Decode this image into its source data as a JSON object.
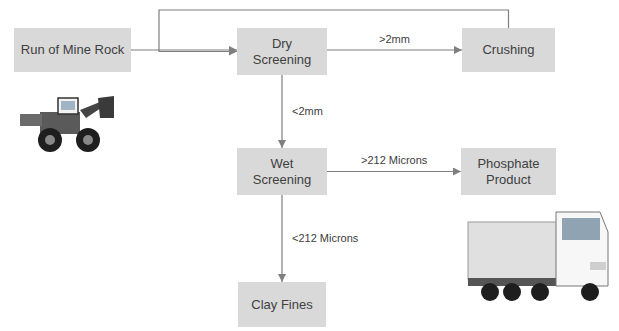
{
  "diagram": {
    "nodes": [
      {
        "text": [
          "Run of Mine Rock"
        ]
      },
      {
        "text": [
          "Dry Screening"
        ]
      },
      {
        "text": [
          "Crushing"
        ]
      },
      {
        "text": [
          "Wet Screening"
        ]
      },
      {
        "text": [
          "Phosphate Product"
        ]
      },
      {
        "text": [
          "Clay Fines"
        ]
      }
    ],
    "edges": [
      {
        "from": 0,
        "to": 1,
        "arrow": "to"
      },
      {
        "from": 1,
        "to": 2,
        "label": ">2mm",
        "arrow": "to"
      },
      {
        "from": 2,
        "to": 1,
        "arrow": "to"
      },
      {
        "from": 1,
        "to": 3,
        "label": "<2mm",
        "arrow": "to"
      },
      {
        "from": 3,
        "to": 4,
        "label": ">212 Microns",
        "arrow": "to"
      },
      {
        "from": 3,
        "to": 5,
        "label": "<212 Microns",
        "arrow": "to"
      }
    ]
  }
}
